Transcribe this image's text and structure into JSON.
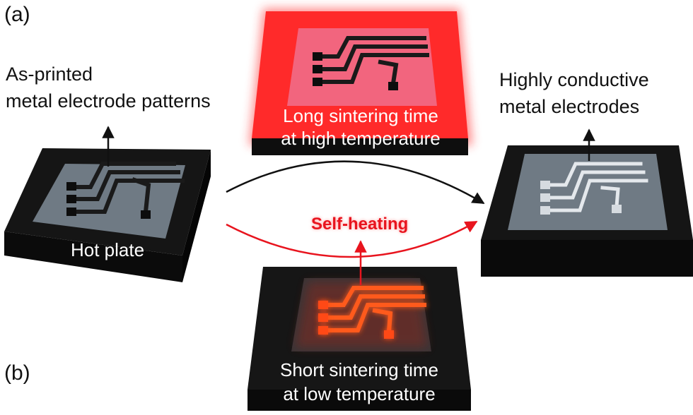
{
  "panel_labels": {
    "a": "(a)",
    "b": "(b)"
  },
  "left_device": {
    "caption_line1": "As-printed",
    "caption_line2": "metal electrode patterns",
    "inner_label": "Hot plate"
  },
  "top_device": {
    "label_line1": "Long sintering time",
    "label_line2": "at high temperature"
  },
  "right_device": {
    "caption_line1": "Highly conductive",
    "caption_line2": "metal electrodes"
  },
  "bottom_device": {
    "label_line1": "Short sintering time",
    "label_line2": "at low temperature"
  },
  "process_label": "Self-heating",
  "colors": {
    "black_plate": "#151515",
    "gray_substrate": "#6f7a84",
    "heat_red": "#ff2a2a",
    "heat_pink": "#f2657e",
    "glow_orange": "#ff5a1e",
    "arrow_black": "#111111",
    "arrow_red": "#e8141e",
    "silver_electrode": "#e4e8ec"
  }
}
